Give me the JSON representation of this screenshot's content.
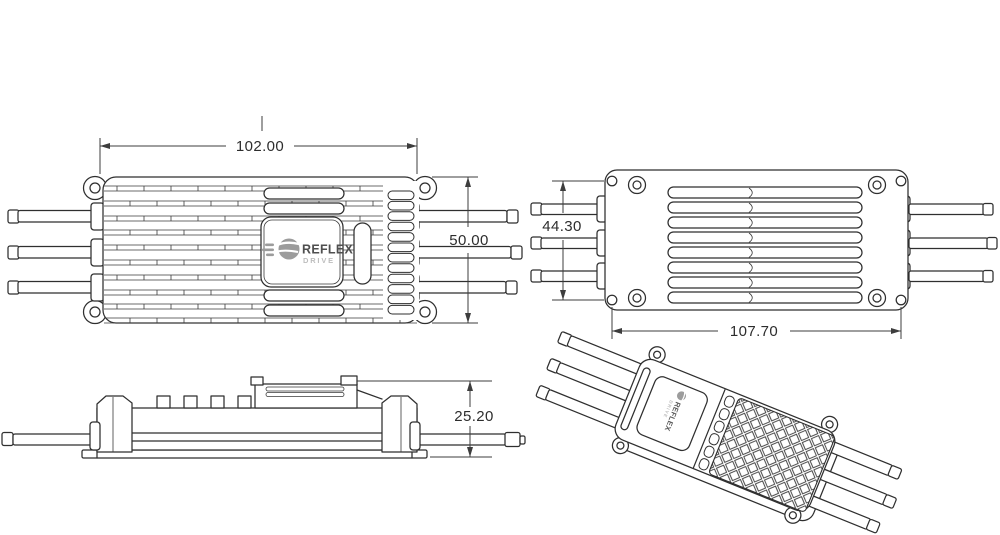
{
  "brand": {
    "name": "REFLEX",
    "tagline": "DRIVE"
  },
  "dimensions": {
    "top_width": "102.00",
    "top_height": "50.00",
    "hole_spacing_width": "44.30",
    "hole_spacing_length": "107.70",
    "side_height": "25.20"
  },
  "colors": {
    "edge_line": "#2f2f2f",
    "dimension_line": "#3d3d3d",
    "dimension_text": "#2d2d2d",
    "logo_ball": "#9c9c9c",
    "logo_text": "#4f4f4f",
    "logo_tagline": "#bdbdbd",
    "background": "#ffffff"
  }
}
